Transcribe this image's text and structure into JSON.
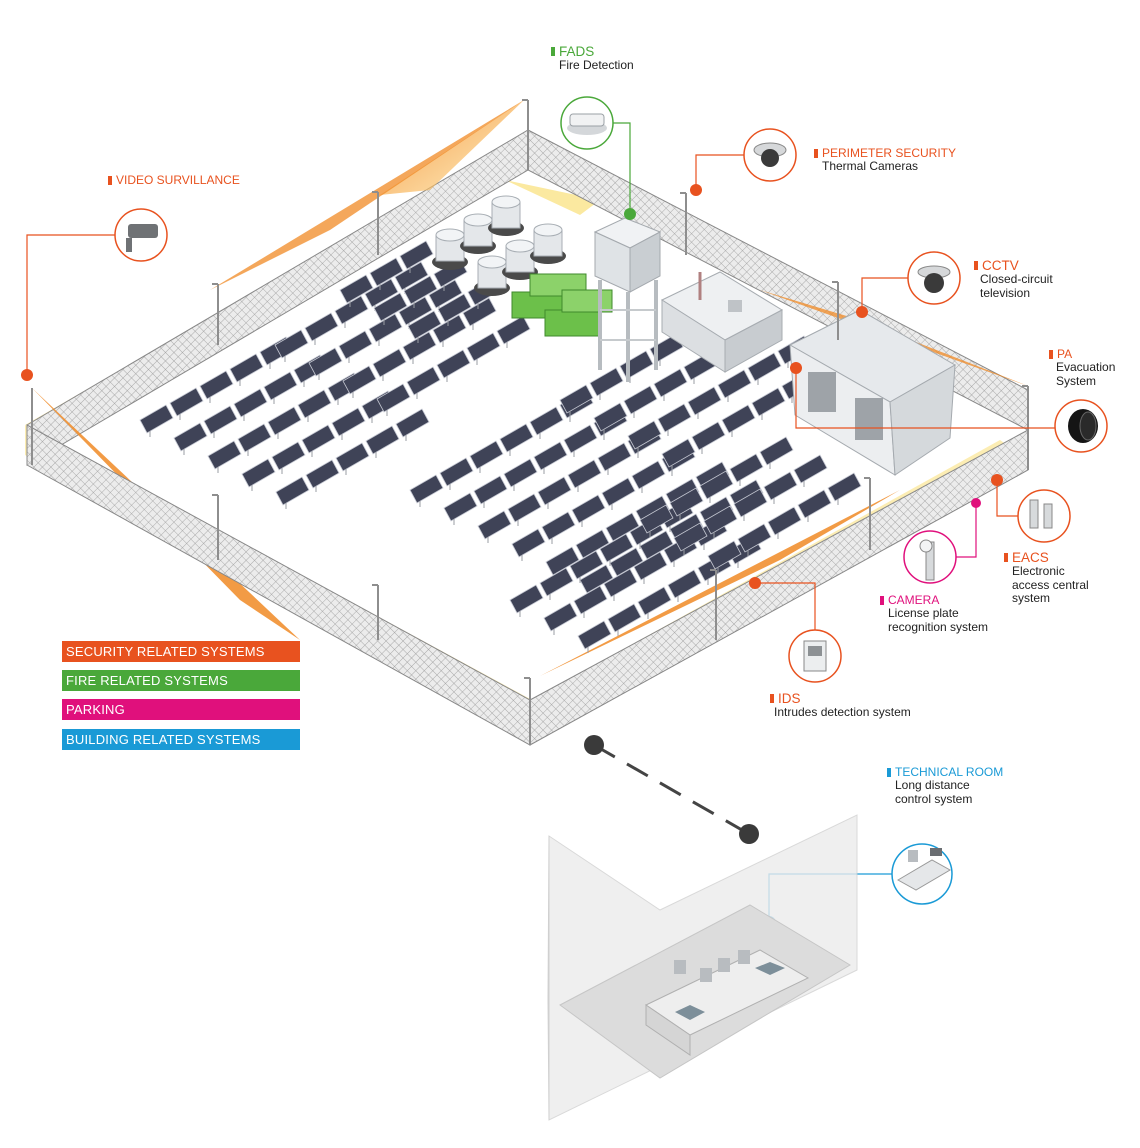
{
  "colors": {
    "security": "#e8521f",
    "fire": "#4aa83a",
    "parking": "#e0107c",
    "building": "#1a9ad6"
  },
  "labels": {
    "fads": {
      "title": "FADS",
      "sub": [
        "Fire Detection"
      ],
      "category": "fire",
      "icon": "smoke-detector-icon"
    },
    "video": {
      "title": "VIDEO SURVILLANCE",
      "sub": [],
      "category": "security",
      "icon": "security-camera-icon"
    },
    "perimeter": {
      "title": "PERIMETER SECURITY",
      "sub": [
        "Thermal Cameras"
      ],
      "category": "security",
      "icon": "dome-thermal-camera-icon"
    },
    "cctv": {
      "title": "CCTV",
      "sub": [
        "Closed-circuit",
        "television"
      ],
      "category": "security",
      "icon": "cctv-dome-icon"
    },
    "pa": {
      "title": "PA",
      "sub": [
        "Evacuation",
        "System"
      ],
      "category": "security",
      "icon": "speaker-icon"
    },
    "eacs": {
      "title": "EACS",
      "sub": [
        "Electronic",
        "access central",
        "system"
      ],
      "category": "security",
      "icon": "card-reader-icon"
    },
    "camera": {
      "title": "CAMERA",
      "sub": [
        "License plate",
        "recognition system"
      ],
      "category": "parking",
      "icon": "lpr-camera-icon"
    },
    "ids": {
      "title": "IDS",
      "sub": [
        "Intrudes detection system"
      ],
      "category": "security",
      "icon": "intrusion-panel-icon"
    },
    "technical": {
      "title": "TECHNICAL ROOM",
      "sub": [
        "Long distance",
        "control system"
      ],
      "category": "building",
      "icon": "control-desk-icon"
    }
  },
  "legend": [
    {
      "label": "SECURITY RELATED SYSTEMS",
      "category": "security"
    },
    {
      "label": "FIRE RELATED SYSTEMS",
      "category": "fire"
    },
    {
      "label": "PARKING",
      "category": "parking"
    },
    {
      "label": "BUILDING RELATED SYSTEMS",
      "category": "building"
    }
  ]
}
